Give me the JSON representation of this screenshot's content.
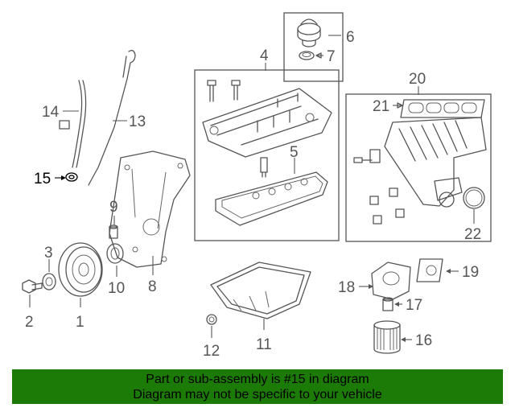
{
  "diagram": {
    "highlighted_part": "15",
    "callouts": {
      "c1": "1",
      "c2": "2",
      "c3": "3",
      "c4": "4",
      "c5": "5",
      "c6": "6",
      "c7": "7",
      "c8": "8",
      "c9": "9",
      "c10": "10",
      "c11": "11",
      "c12": "12",
      "c13": "13",
      "c14": "14",
      "c15": "15",
      "c16": "16",
      "c17": "17",
      "c18": "18",
      "c19": "19",
      "c20": "20",
      "c21": "21",
      "c22": "22"
    }
  },
  "banner": {
    "line1": "Part or sub-assembly is #15 in diagram",
    "line2": "Diagram may not be specific to your vehicle",
    "color": "#1c7a07"
  }
}
